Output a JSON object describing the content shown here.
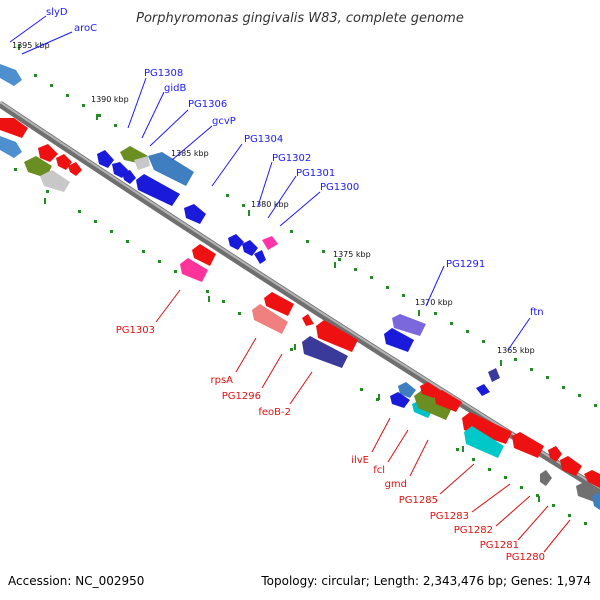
{
  "title": "Porphyromonas gingivalis W83, complete genome",
  "footer": {
    "accession": "Accession: NC_002950",
    "summary": "Topology: circular; Length: 2,343,476 bp; Genes: 1,974"
  },
  "colors": {
    "backbone": "#808080",
    "tick": "#228b22",
    "forward_label": "#1a1aff",
    "reverse_label": "#dd1111"
  },
  "scale_labels": {
    "k1395": "1395 kbp",
    "k1390": "1390 kbp",
    "k1385": "1385 kbp",
    "k1380": "1380 kbp",
    "k1375": "1375 kbp",
    "k1370": "1370 kbp",
    "k1365": "1365 kbp"
  },
  "gene_labels": {
    "slyD": "slyD",
    "aroC": "aroC",
    "PG1308": "PG1308",
    "gidB": "gidB",
    "PG1306": "PG1306",
    "gcvP": "gcvP",
    "PG1304": "PG1304",
    "PG1302": "PG1302",
    "PG1301": "PG1301",
    "PG1300": "PG1300",
    "PG1291": "PG1291",
    "ftn": "ftn",
    "PG1303": "PG1303",
    "rpsA": "rpsA",
    "PG1296": "PG1296",
    "feoB2": "feoB-2",
    "ilvE": "ilvE",
    "fcl": "fcl",
    "gmd": "gmd",
    "PG1285": "PG1285",
    "PG1283": "PG1283",
    "PG1282": "PG1282",
    "PG1281": "PG1281",
    "PG1280": "PG1280"
  }
}
